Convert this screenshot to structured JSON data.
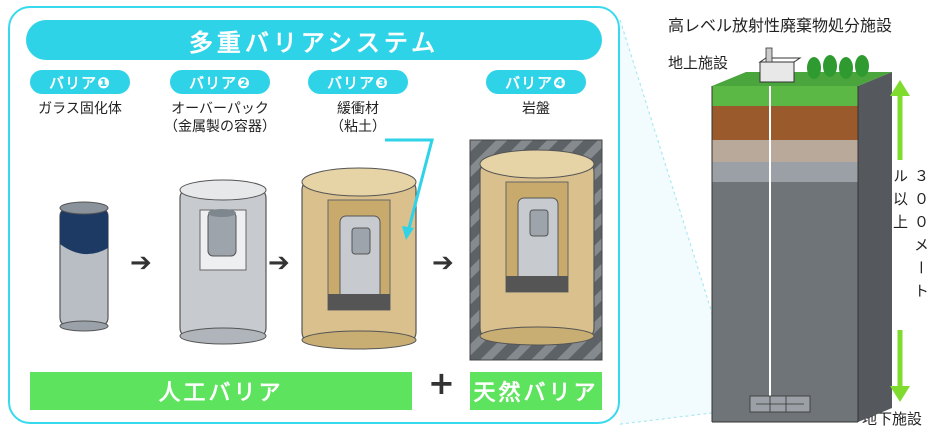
{
  "diagram": {
    "title": "多重バリアシステム",
    "barriers": [
      {
        "badge": "バリア❶",
        "label_line1": "ガラス固化体",
        "label_line2": ""
      },
      {
        "badge": "バリア❷",
        "label_line1": "オーバーパック",
        "label_line2": "（金属製の容器）"
      },
      {
        "badge": "バリア❸",
        "label_line1": "緩衝材",
        "label_line2": "（粘土）"
      },
      {
        "badge": "バリア❹",
        "label_line1": "岩盤",
        "label_line2": ""
      }
    ],
    "artificial_barrier": "人工バリア",
    "plus": "+",
    "natural_barrier": "天然バリア",
    "arrow_icon": "arrow-right-icon"
  },
  "facility": {
    "title": "高レベル放射性廃棄物処分施設",
    "surface_label": "地上施設",
    "underground_label": "地下施設",
    "depth_label": "３００メートル以上"
  },
  "colors": {
    "accent": "#2ed3e8",
    "green": "#5ee35e",
    "clay": "#d9c08c",
    "steel": "#c7cbd0",
    "rock": "#6f7478"
  }
}
